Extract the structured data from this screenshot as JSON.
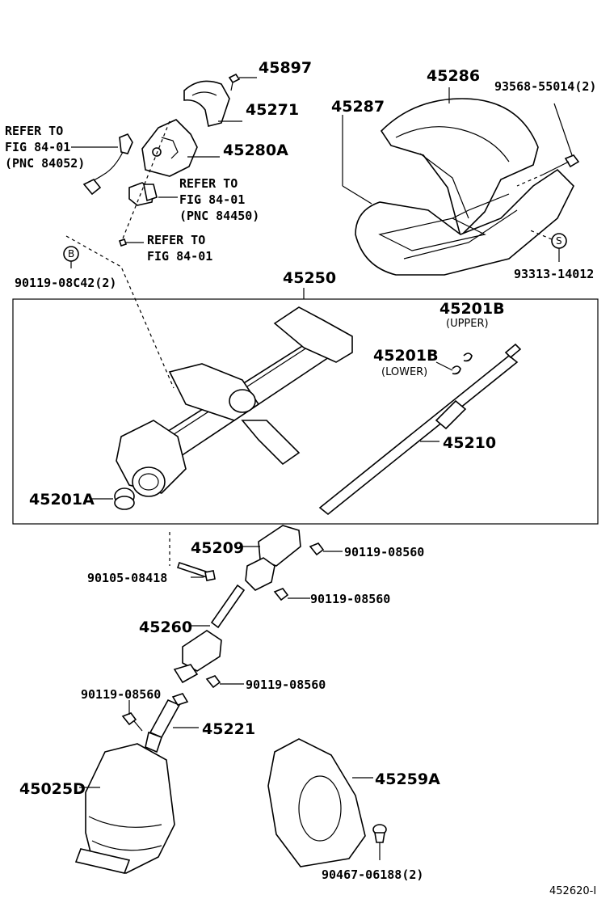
{
  "labels": {
    "p45897": "45897",
    "p45271": "45271",
    "p45280A": "45280A",
    "p45286": "45286",
    "p45287": "45287",
    "p93568": "93568-55014(2)",
    "ref1_l1": "REFER TO",
    "ref1_l2": "FIG 84-01",
    "ref1_l3": "(PNC 84052)",
    "ref2_l1": "REFER TO",
    "ref2_l2": "FIG 84-01",
    "ref2_l3": "(PNC 84450)",
    "ref3_l1": "REFER TO",
    "ref3_l2": "FIG 84-01",
    "markerB": "B",
    "markerS": "S",
    "p90119_08C42": "90119-08C42(2)",
    "p93313": "93313-14012",
    "p45250": "45250",
    "p45201B_u": "45201B",
    "upper": "(UPPER)",
    "p45201B_l": "45201B",
    "lower": "(LOWER)",
    "p45210": "45210",
    "p45201A": "45201A",
    "p45209": "45209",
    "p90119_08560_a": "90119-08560",
    "p90105": "90105-08418",
    "p90119_08560_b": "90119-08560",
    "p45260": "45260",
    "p90119_08560_c": "90119-08560",
    "p90119_08560_d": "90119-08560",
    "p45221": "45221",
    "p45025D": "45025D",
    "p45259A": "45259A",
    "p90467": "90467-06188(2)",
    "diagram_id": "452620-I"
  }
}
